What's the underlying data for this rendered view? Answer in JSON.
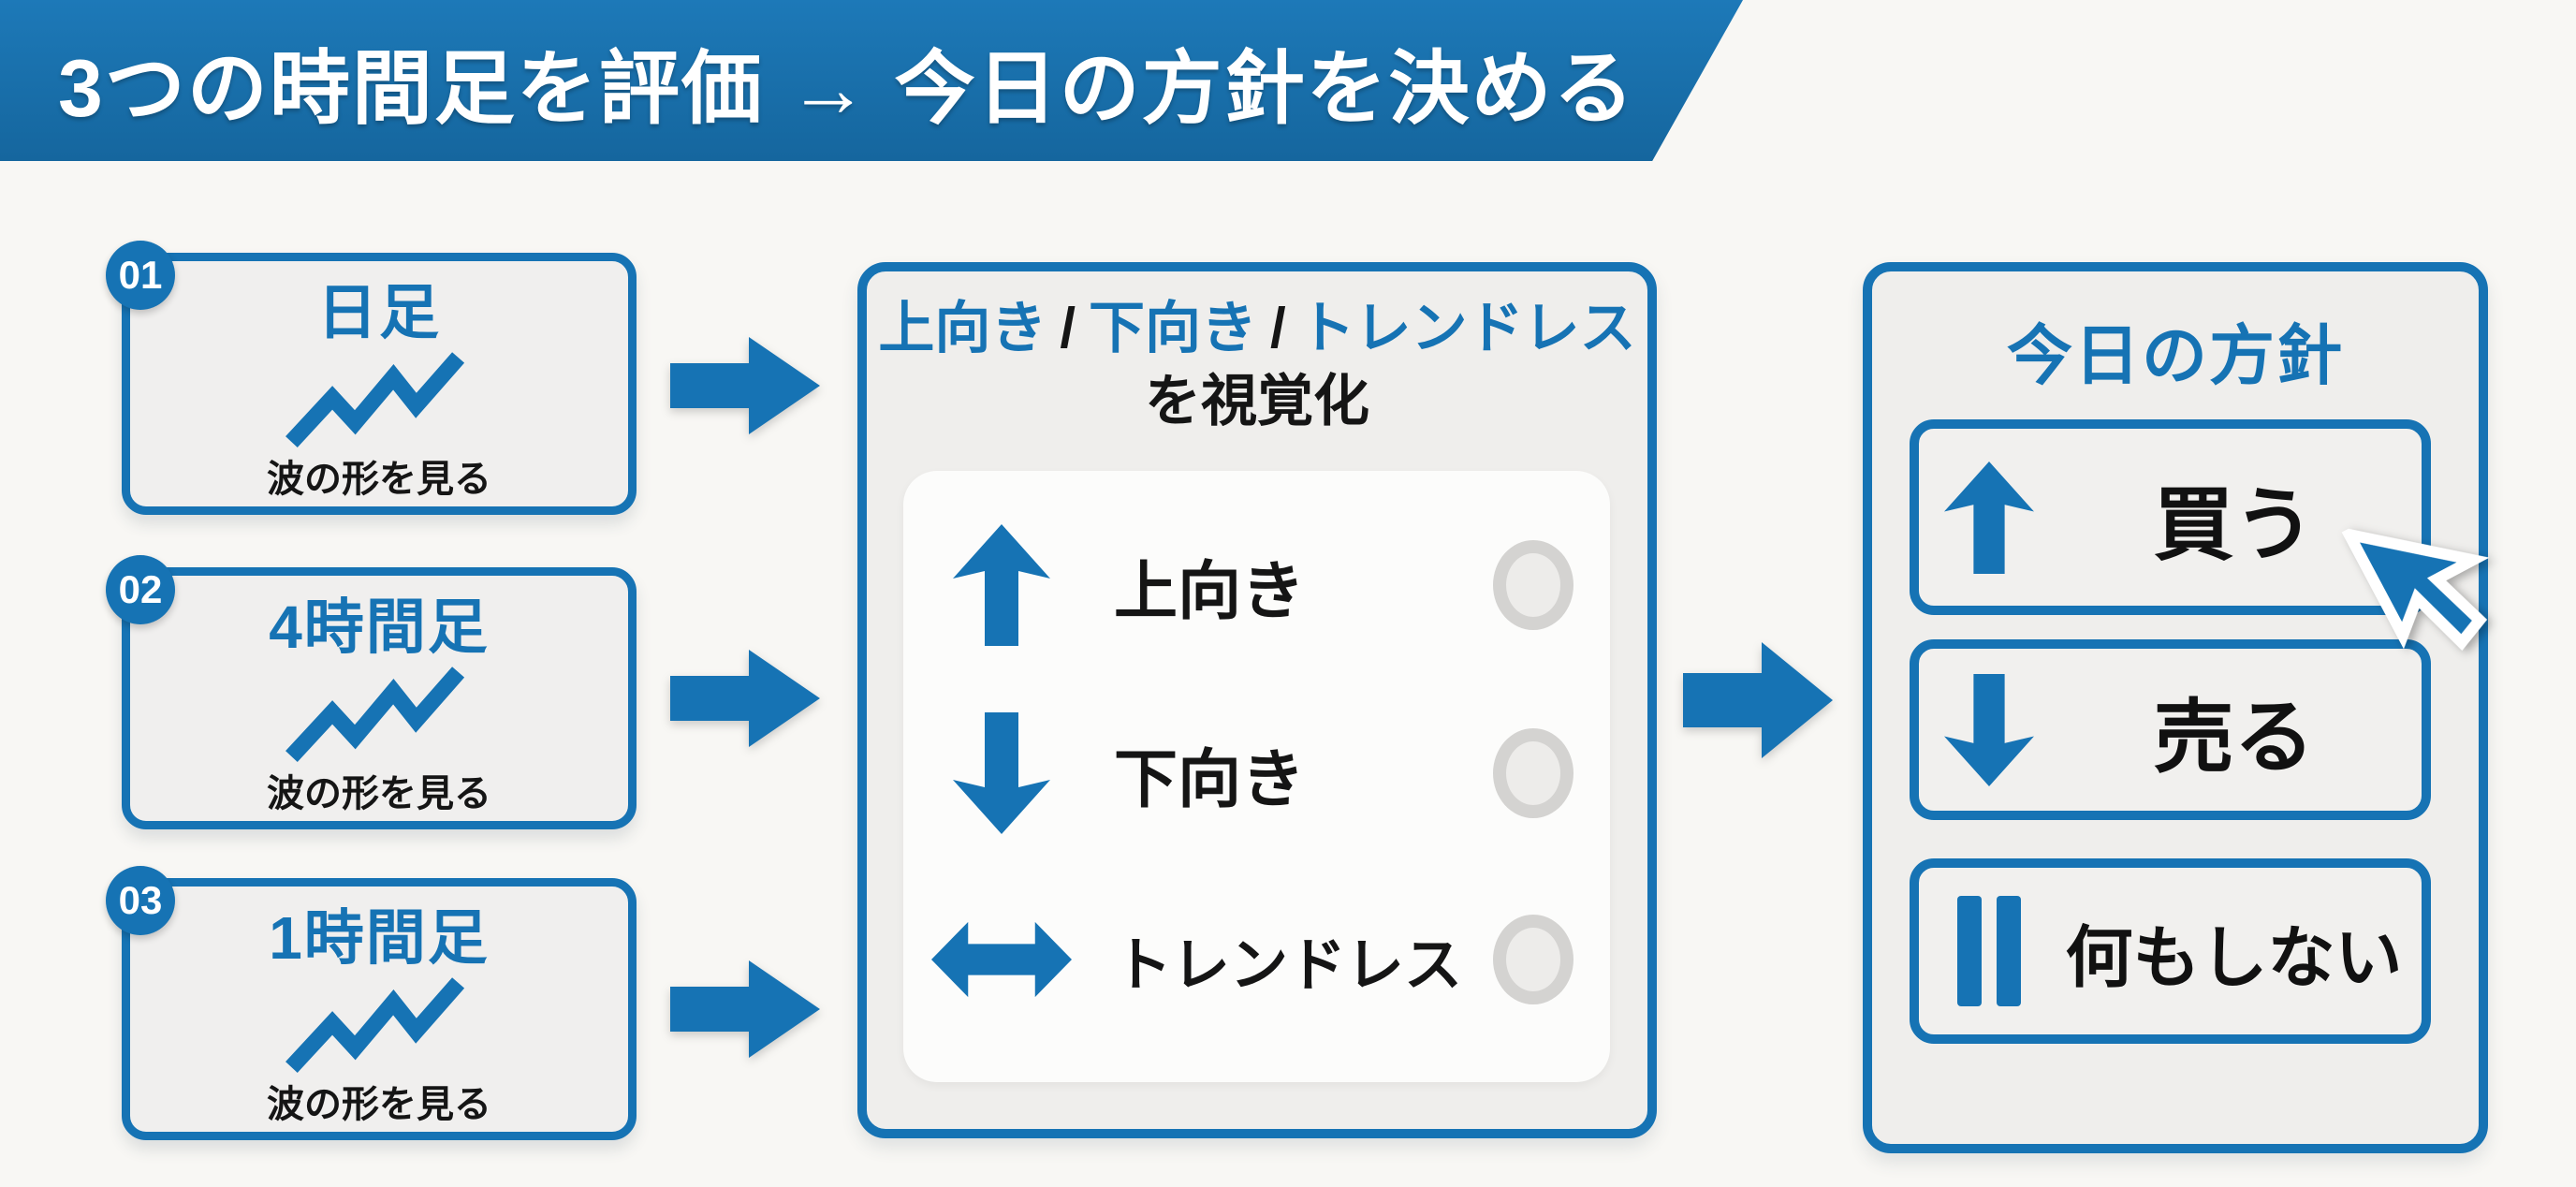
{
  "banner": {
    "title": "3つの時間足を評価 → 今日の方針を決める"
  },
  "timeframes": [
    {
      "badge": "01",
      "title": "日足",
      "caption": "波の形を見る",
      "icon": "zigzag-trend-icon"
    },
    {
      "badge": "02",
      "title": "4時間足",
      "caption": "波の形を見る",
      "icon": "zigzag-trend-icon"
    },
    {
      "badge": "03",
      "title": "1時間足",
      "caption": "波の形を見る",
      "icon": "zigzag-trend-icon"
    }
  ],
  "evaluation": {
    "header": {
      "opt1": "上向き",
      "sep1": "/",
      "opt2": "下向き",
      "sep2": "/",
      "opt3": "トレンドレス",
      "line2": "を視覚化"
    },
    "options": [
      {
        "label": "上向き",
        "icon": "arrow-up-icon",
        "selected": false
      },
      {
        "label": "下向き",
        "icon": "arrow-down-icon",
        "selected": false
      },
      {
        "label": "トレンドレス",
        "icon": "arrow-left-right-icon",
        "selected": false
      }
    ]
  },
  "policy": {
    "title": "今日の方針",
    "actions": [
      {
        "label": "買う",
        "icon": "arrow-up-icon"
      },
      {
        "label": "売る",
        "icon": "arrow-down-icon"
      },
      {
        "label": "何もしない",
        "icon": "pause-icon"
      }
    ]
  },
  "cursor": {
    "name": "mouse-cursor",
    "position": "over-buy-button"
  },
  "colors": {
    "brand_blue": "#1673b4",
    "banner_gradient_top": "#1d79b8",
    "banner_gradient_bottom": "#15669e",
    "page_bg": "#f8f7f4",
    "panel_fill": "#efeeec",
    "card_fill": "#f0efee",
    "white_box": "#fcfcfb",
    "radio_ring": "#d4d3d1",
    "radio_fill": "#edecea",
    "text_black": "#151515",
    "white": "#ffffff"
  }
}
